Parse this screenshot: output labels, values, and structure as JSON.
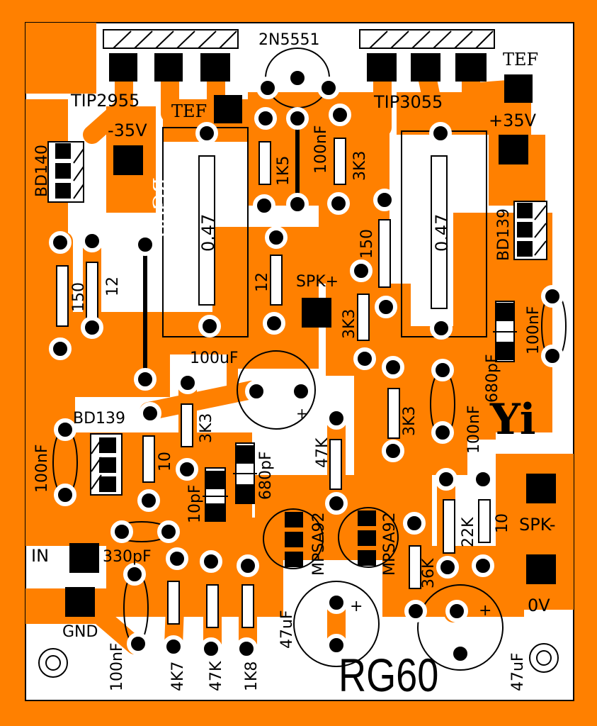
{
  "board": {
    "name": "RG60",
    "mirrored_name": "RG60",
    "logo": "Yi",
    "colors": {
      "copper": "#ff8000",
      "substrate": "#ffffff",
      "ink": "#000000"
    }
  },
  "components": {
    "tip2955": "TIP2955",
    "tip3055": "TIP3055",
    "q_2n5551": "2N5551",
    "bd140": "BD140",
    "bd139_top": "BD139",
    "bd139_left": "BD139",
    "mpsa92_a": "MPSA92",
    "mpsa92_b": "MPSA92",
    "r_047_a": "0.47",
    "r_047_b": "0.47",
    "r_1k5": "1K5",
    "r_3k3_top": "3K3",
    "r_150_left": "150",
    "r_12_left": "12",
    "r_12_mid": "12",
    "r_150_mid": "150",
    "r_3k3_mid": "3K3",
    "r_3k3_left": "3K3",
    "r_3k3_right": "3K3",
    "r_10_left": "10",
    "r_47k_mid": "47K",
    "r_22k": "22K",
    "r_10_right": "10",
    "r_36k": "36K",
    "r_4k7": "4K7",
    "r_47k_bot": "47K",
    "r_1k8": "1K8",
    "c_100nf_top": "100nF",
    "c_100uf": "100uF",
    "c_100nf_right": "100nF",
    "c_680pf_right": "680pF",
    "c_100nf_rmid": "100nF",
    "c_100nf_left": "100nF",
    "c_10pf": "10pF",
    "c_680pf_mid": "680pF",
    "c_330pf": "330pF",
    "c_100nf_bot": "100nF",
    "c_47uf_a": "47uF",
    "c_47uf_b": "47uF",
    "plus": "+"
  },
  "terminals": {
    "tef_left": "TEF",
    "tef_right": "TEF",
    "v_neg35": "-35V",
    "v_pos35": "+35V",
    "spk_plus": "SPK+",
    "spk_minus": "SPK-",
    "in": "IN",
    "gnd": "GND",
    "zero_v": "0V"
  }
}
